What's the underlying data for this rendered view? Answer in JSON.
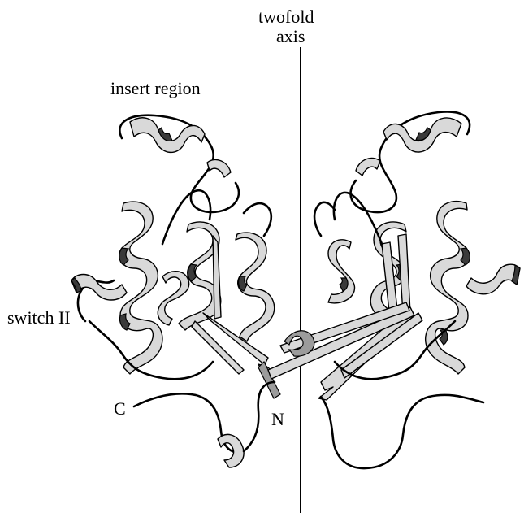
{
  "labels": {
    "twofold": "twofold",
    "axis": "axis",
    "insert_region": "insert region",
    "switch_ii": "switch II",
    "c_terminus": "C",
    "n_terminus": "N"
  },
  "colors": {
    "background": "#ffffff",
    "ribbon_light": "#d9d9d9",
    "ribbon_dark": "#3a3a3a",
    "outline": "#000000"
  }
}
